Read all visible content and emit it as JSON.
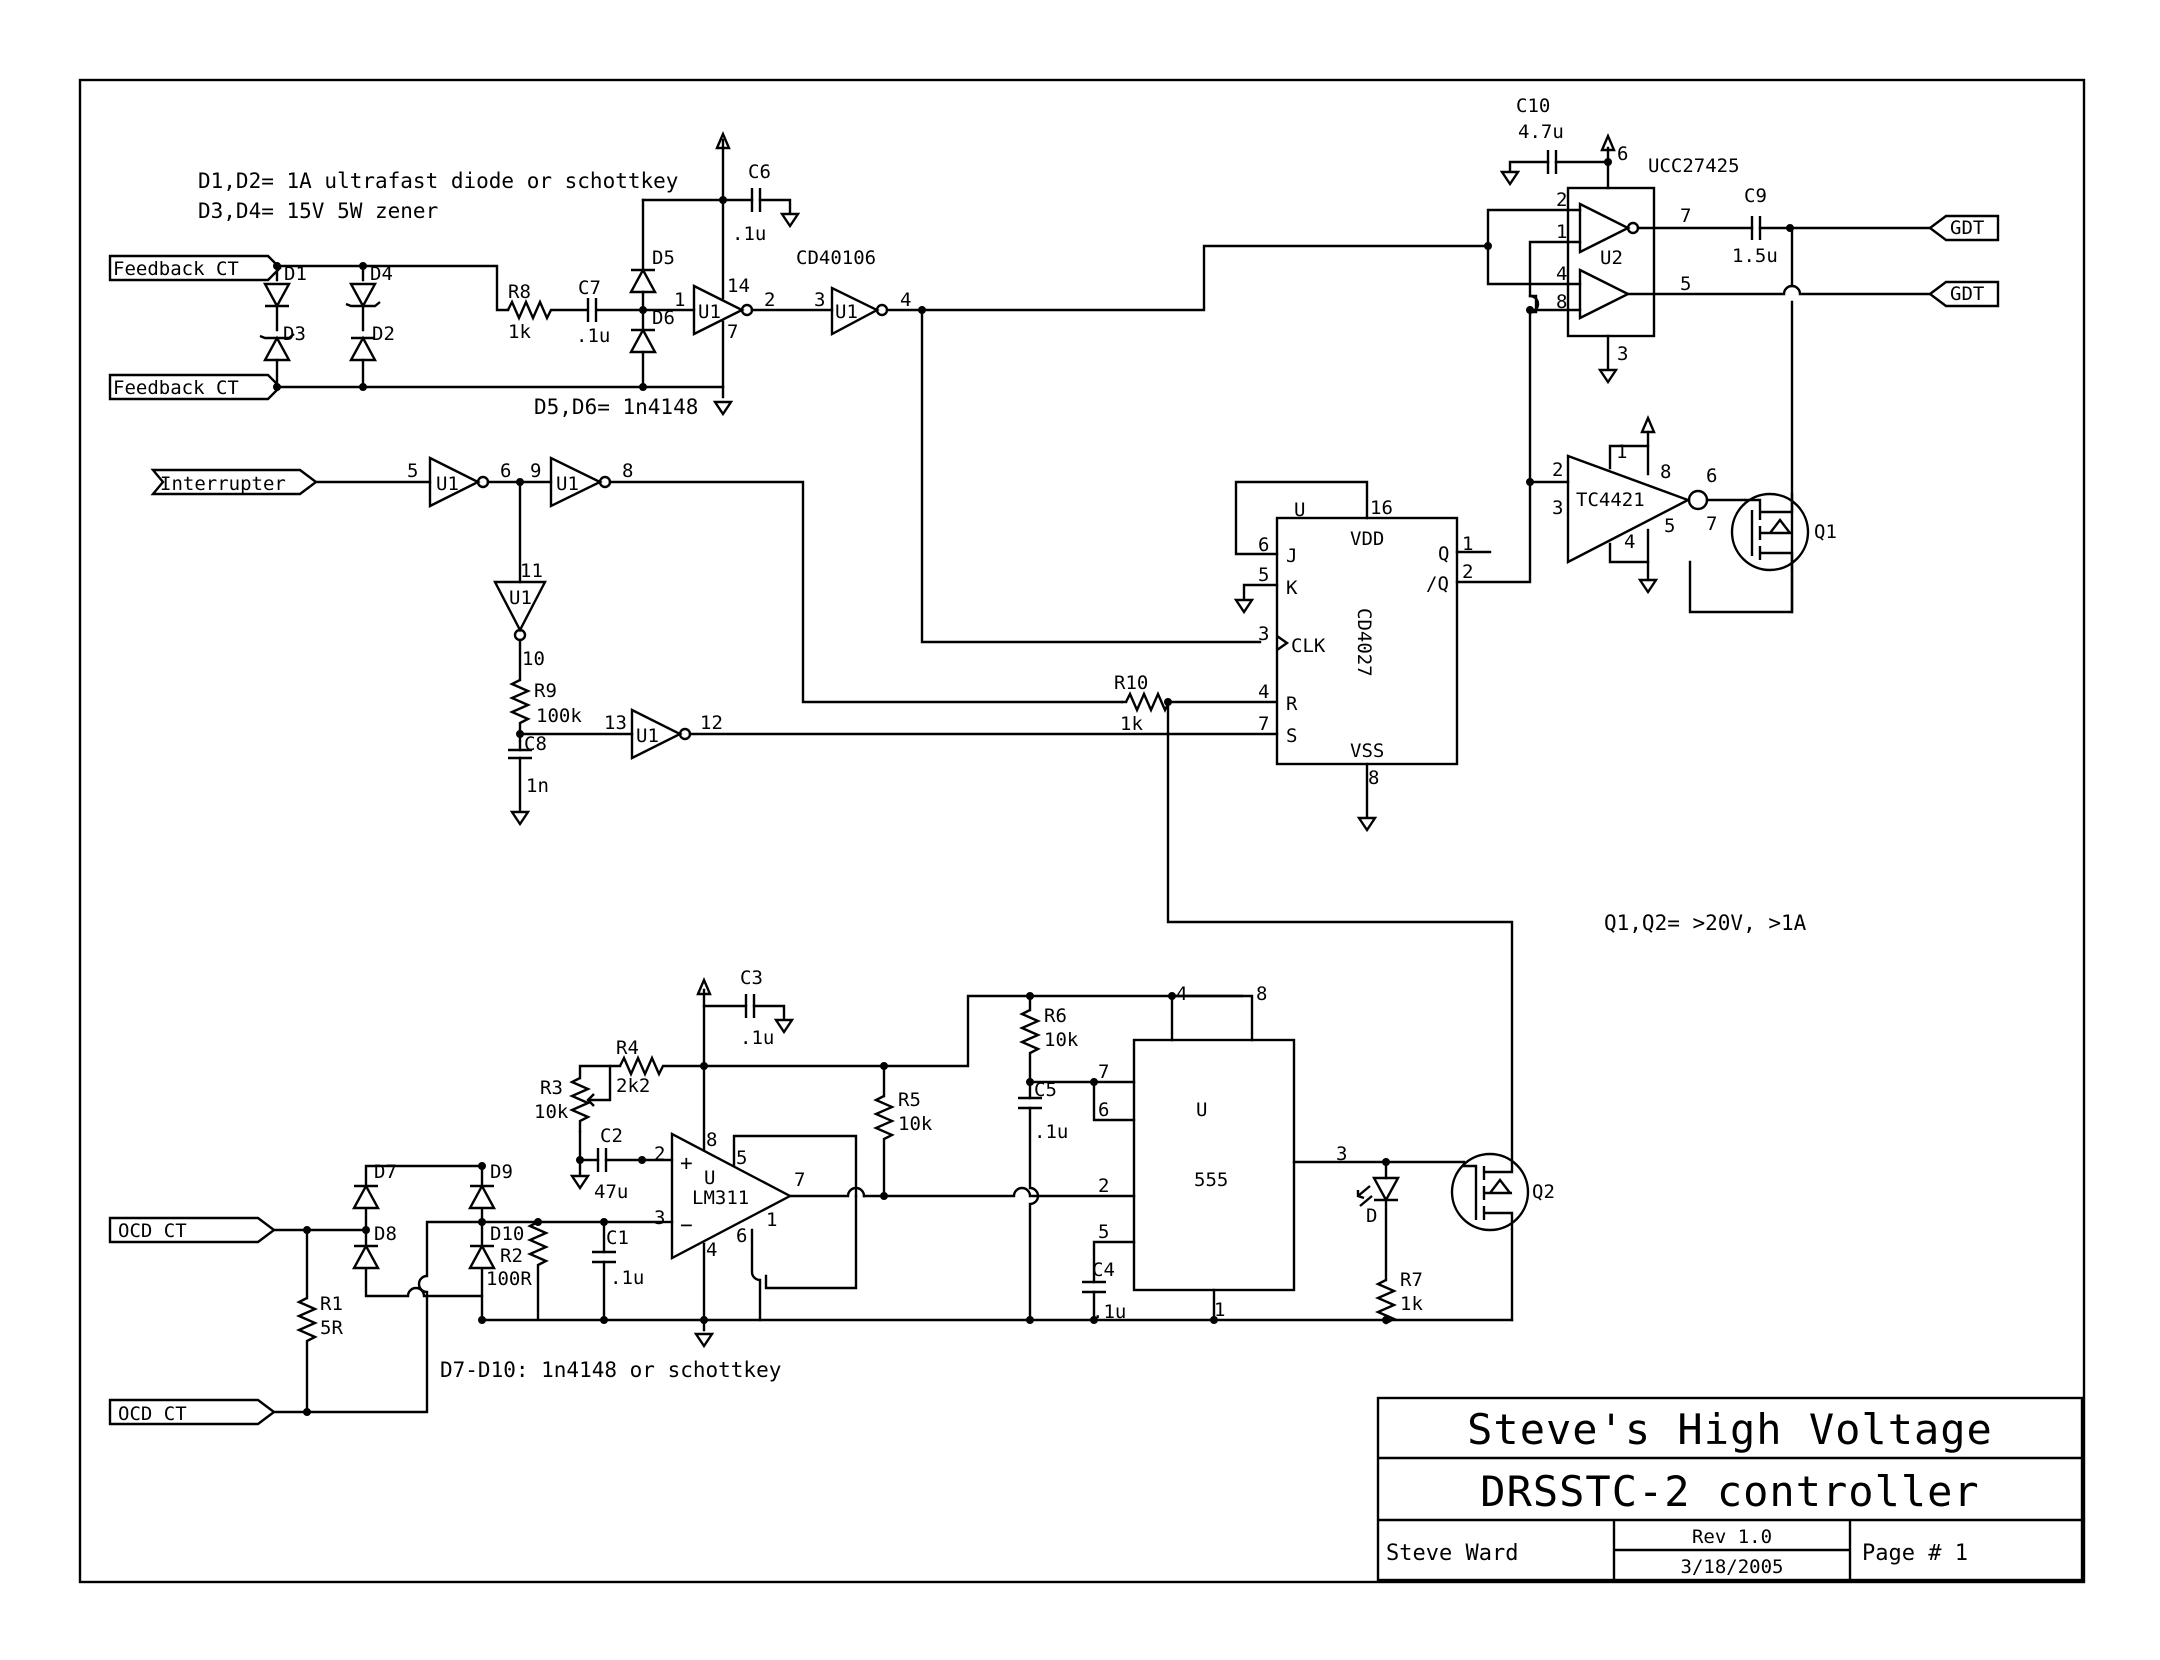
{
  "notes": {
    "d1_d2": "D1,D2= 1A ultrafast diode or schottkey",
    "d3_d4": "D3,D4= 15V 5W zener",
    "d5_d6": "D5,D6= 1n4148",
    "q1_q2": "Q1,Q2= >20V, >1A",
    "d7_d10": "D7-D10: 1n4148 or schottkey"
  },
  "ports": {
    "feedback1": "Feedback CT",
    "feedback2": "Feedback CT",
    "interrupter": "Interrupter",
    "ocd1": "OCD CT",
    "ocd2": "OCD CT",
    "gdt1": "GDT",
    "gdt2": "GDT"
  },
  "refs": {
    "D1": "D1",
    "D2": "D2",
    "D3": "D3",
    "D4": "D4",
    "D5": "D5",
    "D6": "D6",
    "D7": "D7",
    "D8": "D8",
    "D9": "D9",
    "D10": "D10",
    "D": "D",
    "R1": "R1",
    "R2": "R2",
    "R3": "R3",
    "R4": "R4",
    "R5": "R5",
    "R6": "R6",
    "R7": "R7",
    "R8": "R8",
    "R9": "R9",
    "R10": "R10",
    "C1": "C1",
    "C2": "C2",
    "C3": "C3",
    "C4": "C4",
    "C5": "C5",
    "C6": "C6",
    "C7": "C7",
    "C8": "C8",
    "C9": "C9",
    "C10": "C10",
    "U1": "U1",
    "U2": "U2",
    "U": "U",
    "Q1": "Q1",
    "Q2": "Q2"
  },
  "values": {
    "R8": "1k",
    "C7": ".1u",
    "C6": ".1u",
    "R9": "100k",
    "C8": "1n",
    "R10": "1k",
    "C10": "4.7u",
    "C9": "1.5u",
    "C3": ".1u",
    "R4": "2k2",
    "R3": "10k",
    "C2": "47u",
    "R5": "10k",
    "R6": "10k",
    "C5": ".1u",
    "C4": ".1u",
    "C1": ".1u",
    "R2": "100R",
    "R1": "5R",
    "R7": "1k"
  },
  "parts": {
    "cd40106": "CD40106",
    "ucc27425": "UCC27425",
    "tc4421": "TC4421",
    "cd4027": "CD4027",
    "lm311": "LM311",
    "ic555": "555"
  },
  "cd4027_pins": {
    "u": "U",
    "vdd": "VDD",
    "j": "J",
    "k": "K",
    "clk": "CLK",
    "r": "R",
    "s": "S",
    "vss": "VSS",
    "q": "Q",
    "qbar": "/Q"
  },
  "lm311_pins": {
    "plus": "+",
    "minus": "−"
  },
  "title_block": {
    "company": "Steve's High Voltage",
    "title": "DRSSTC-2 controller",
    "author": "Steve Ward",
    "rev": "Rev 1.0",
    "date": "3/18/2005",
    "page": "Page # 1"
  }
}
